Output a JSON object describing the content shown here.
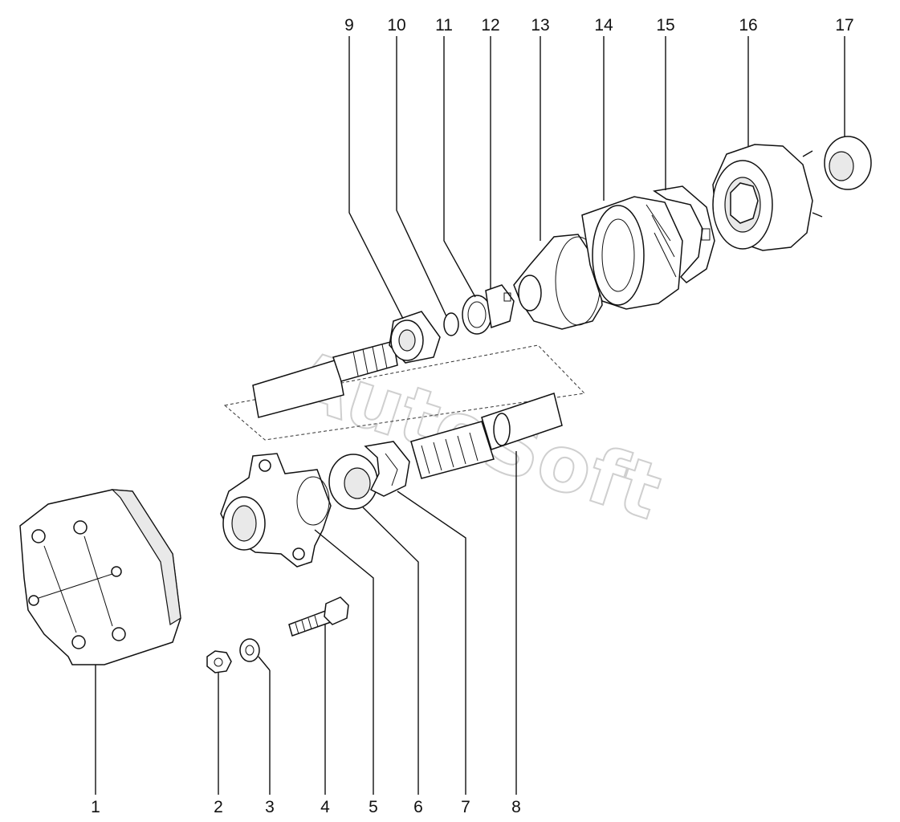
{
  "diagram": {
    "labels": [
      "1",
      "2",
      "3",
      "4",
      "5",
      "6",
      "7",
      "8",
      "9",
      "10",
      "11",
      "12",
      "13",
      "14",
      "15",
      "16",
      "17"
    ],
    "watermark": "AutoSoft"
  }
}
